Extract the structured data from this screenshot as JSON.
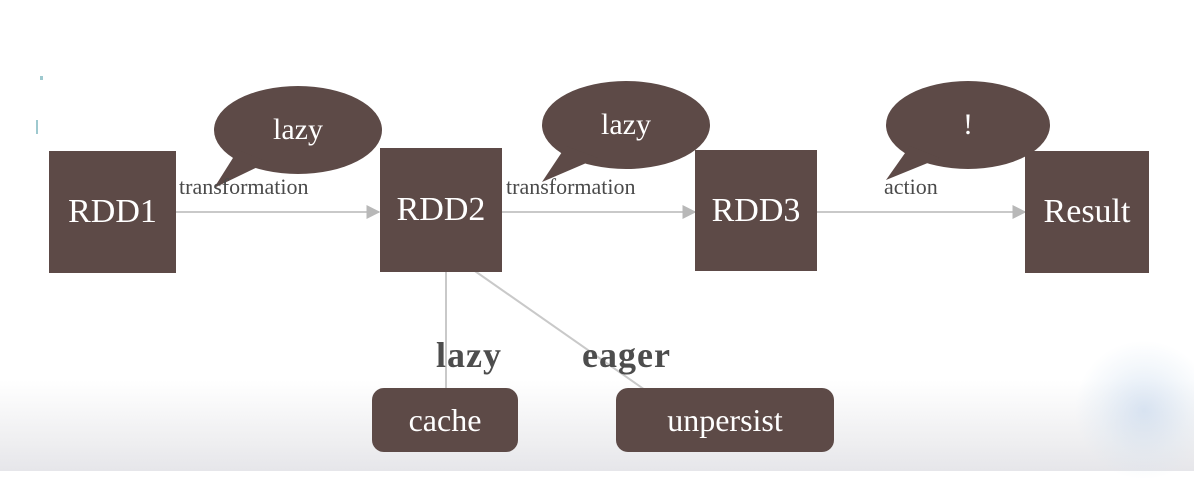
{
  "nodes": {
    "rdd1": "RDD1",
    "rdd2": "RDD2",
    "rdd3": "RDD3",
    "result": "Result",
    "cache": "cache",
    "unpersist": "unpersist"
  },
  "bubbles": {
    "first": "lazy",
    "second": "lazy",
    "third": "!"
  },
  "edges": {
    "rdd1_to_rdd2": "transformation",
    "rdd2_to_rdd3": "transformation",
    "rdd3_to_result": "action"
  },
  "modes": {
    "cache": "lazy",
    "unpersist": "eager"
  },
  "colors": {
    "box": "#5d4a47",
    "arrow": "#c9c9c9"
  }
}
